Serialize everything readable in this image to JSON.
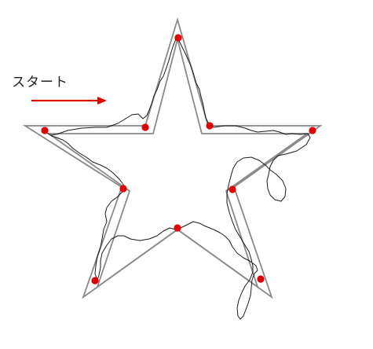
{
  "start_label": "スタート",
  "colors": {
    "star_outline": "#8a8a8a",
    "trace_line": "#1a1a1a",
    "marker_dot": "#e00000",
    "start_arrow": "#e00000"
  },
  "markers": {
    "count": 10,
    "color_name": "red"
  },
  "icons": {
    "start_arrow": "right-arrow-icon"
  }
}
